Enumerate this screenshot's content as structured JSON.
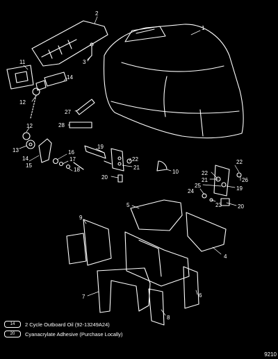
{
  "callouts": [
    "1",
    "2",
    "3",
    "4",
    "5",
    "6",
    "7",
    "8",
    "9",
    "10",
    "11",
    "12",
    "13",
    "14",
    "15",
    "16",
    "17",
    "18",
    "19",
    "20",
    "21",
    "22",
    "23",
    "24",
    "25",
    "26",
    "27",
    "28"
  ],
  "legend": [
    {
      "badge": "14",
      "text": "2 Cycle Outboard Oil (92-13249A24)"
    },
    {
      "badge": "20",
      "text": "Cyanacrylate Adhesive (Purchase Locally)"
    }
  ],
  "figure_number": "9210"
}
